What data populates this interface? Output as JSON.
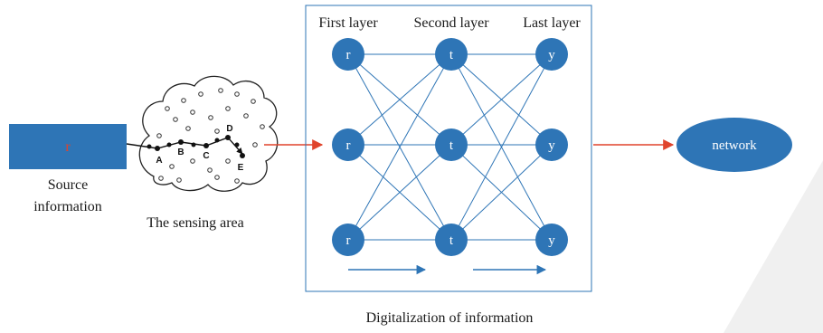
{
  "colors": {
    "node": "#2e75b6",
    "red_arrow": "#e0442c",
    "border": "#2e75b6",
    "source_box": "#2e75b6",
    "source_text": "#e0442c"
  },
  "source": {
    "symbol": "r",
    "label_line1": "Source",
    "label_line2": "information"
  },
  "sensing": {
    "label": "The sensing area",
    "points": [
      "A",
      "B",
      "C",
      "D",
      "E"
    ]
  },
  "layers": {
    "first": {
      "title": "First layer",
      "symbol": "r"
    },
    "second": {
      "title": "Second layer",
      "symbol": "t"
    },
    "last": {
      "title": "Last layer",
      "symbol": "y"
    }
  },
  "digitalization_label": "Digitalization of information",
  "network_label": "network"
}
